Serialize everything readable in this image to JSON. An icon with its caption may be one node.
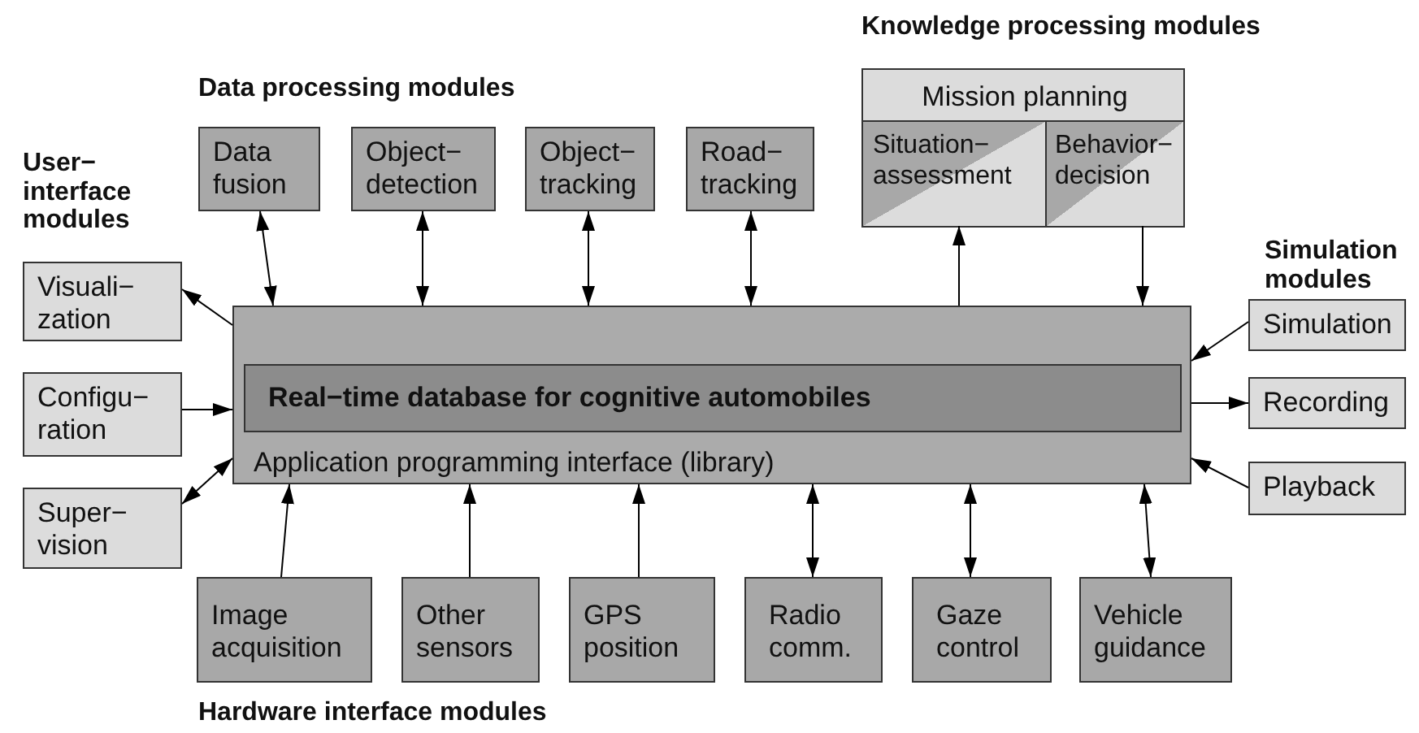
{
  "diagram": {
    "nodes": [
      {
        "text": [
          "Application programming interface (library)"
        ]
      },
      {
        "text": [
          "Real−time database for cognitive automobiles"
        ],
        "in": 0
      },
      {
        "text": [
          "Data fusion"
        ]
      },
      {
        "text": [
          "Object− detection"
        ]
      },
      {
        "text": [
          "Object− tracking"
        ]
      },
      {
        "text": [
          "Road− tracking"
        ]
      },
      {
        "text": [
          "Mission planning"
        ]
      },
      {
        "text": [
          "Situation− assessment"
        ],
        "in": 6
      },
      {
        "text": [
          "Behavior− decision"
        ],
        "in": 6
      },
      {
        "text": [
          "Visuali− zation"
        ]
      },
      {
        "text": [
          "Configu− ration"
        ]
      },
      {
        "text": [
          "Super− vision"
        ]
      },
      {
        "text": [
          "Simulation"
        ]
      },
      {
        "text": [
          "Recording"
        ]
      },
      {
        "text": [
          "Playback"
        ]
      },
      {
        "text": [
          "Image acquisition"
        ]
      },
      {
        "text": [
          "Other sensors"
        ]
      },
      {
        "text": [
          "GPS position"
        ]
      },
      {
        "text": [
          "Radio comm."
        ]
      },
      {
        "text": [
          "Gaze control"
        ]
      },
      {
        "text": [
          "Vehicle guidance"
        ]
      }
    ],
    "edges": [
      {
        "from": 2,
        "to": 0,
        "arrow": "both"
      },
      {
        "from": 3,
        "to": 0,
        "arrow": "both"
      },
      {
        "from": 4,
        "to": 0,
        "arrow": "both"
      },
      {
        "from": 5,
        "to": 0,
        "arrow": "both"
      },
      {
        "from": 0,
        "to": 7,
        "arrow": "to"
      },
      {
        "from": 8,
        "to": 0,
        "arrow": "to"
      },
      {
        "from": 0,
        "to": 9,
        "arrow": "to"
      },
      {
        "from": 10,
        "to": 0,
        "arrow": "to"
      },
      {
        "from": 11,
        "to": 0,
        "arrow": "both"
      },
      {
        "from": 12,
        "to": 0,
        "arrow": "to"
      },
      {
        "from": 0,
        "to": 13,
        "arrow": "to"
      },
      {
        "from": 14,
        "to": 0,
        "arrow": "to"
      },
      {
        "from": 15,
        "to": 0,
        "arrow": "to"
      },
      {
        "from": 16,
        "to": 0,
        "arrow": "to"
      },
      {
        "from": 17,
        "to": 0,
        "arrow": "to"
      },
      {
        "from": 18,
        "to": 0,
        "arrow": "both"
      },
      {
        "from": 19,
        "to": 0,
        "arrow": "both"
      },
      {
        "from": 20,
        "to": 0,
        "arrow": "both"
      }
    ],
    "labels": [
      "User− interface modules",
      "Data processing modules",
      "Knowledge processing modules",
      "Simulation modules",
      "Hardware interface modules"
    ]
  }
}
